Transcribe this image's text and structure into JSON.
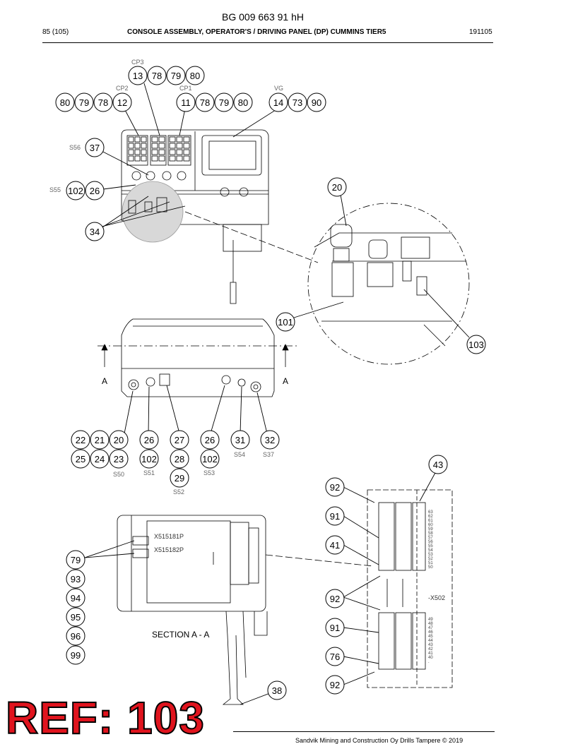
{
  "header": {
    "doc_code": "BG 009 663 91 hH",
    "page": "85 (105)",
    "title": "CONSOLE ASSEMBLY, OPERATOR'S / DRIVING PANEL (DP) CUMMINS TIER5",
    "date": "191105"
  },
  "labels": {
    "cp3": "CP3",
    "cp2": "CP2",
    "cp1": "CP1",
    "vg": "VG",
    "s56": "S56",
    "s55": "S55",
    "s50": "S50",
    "s51": "S51",
    "s52": "S52",
    "s53": "S53",
    "s54": "S54",
    "s37": "S37",
    "a_left": "A",
    "a_right": "A",
    "section": "SECTION A - A",
    "x515181p": "X515181P",
    "x515182p": "X515182P",
    "x502": "-X502",
    "terminal_upper": [
      "63",
      "62",
      "61",
      "60",
      "59",
      "58",
      "57",
      "56",
      "55",
      "54",
      "53",
      "52",
      "51",
      "50"
    ],
    "terminal_lower": [
      "49",
      "48",
      "47",
      "46",
      "45",
      "44",
      "43",
      "42",
      "41",
      "40",
      "."
    ]
  },
  "callouts": {
    "b13": "13",
    "b78a": "78",
    "b79a": "79",
    "b80a": "80",
    "b80b": "80",
    "b79b": "79",
    "b78b": "78",
    "b12": "12",
    "b11": "11",
    "b78c": "78",
    "b79c": "79",
    "b80c": "80",
    "b14": "14",
    "b73": "73",
    "b90": "90",
    "b37": "37",
    "b102a": "102",
    "b26a": "26",
    "b34": "34",
    "b20a": "20",
    "b101": "101",
    "b103": "103",
    "b22": "22",
    "b21": "21",
    "b20b": "20",
    "b25": "25",
    "b24": "24",
    "b23": "23",
    "b26b": "26",
    "b102b": "102",
    "b27": "27",
    "b28": "28",
    "b29": "29",
    "b26c": "26",
    "b102c": "102",
    "b31": "31",
    "b32": "32",
    "b43": "43",
    "b92a": "92",
    "b91a": "91",
    "b41": "41",
    "b92b": "92",
    "b91b": "91",
    "b76": "76",
    "b92c": "92",
    "b38": "38",
    "b79d": "79",
    "b93": "93",
    "b94": "94",
    "b95": "95",
    "b96": "96",
    "b99": "99"
  },
  "ref_banner": "REF: 103",
  "footer": "Sandvik Mining and Construction Oy Drills Tampere © 2019"
}
